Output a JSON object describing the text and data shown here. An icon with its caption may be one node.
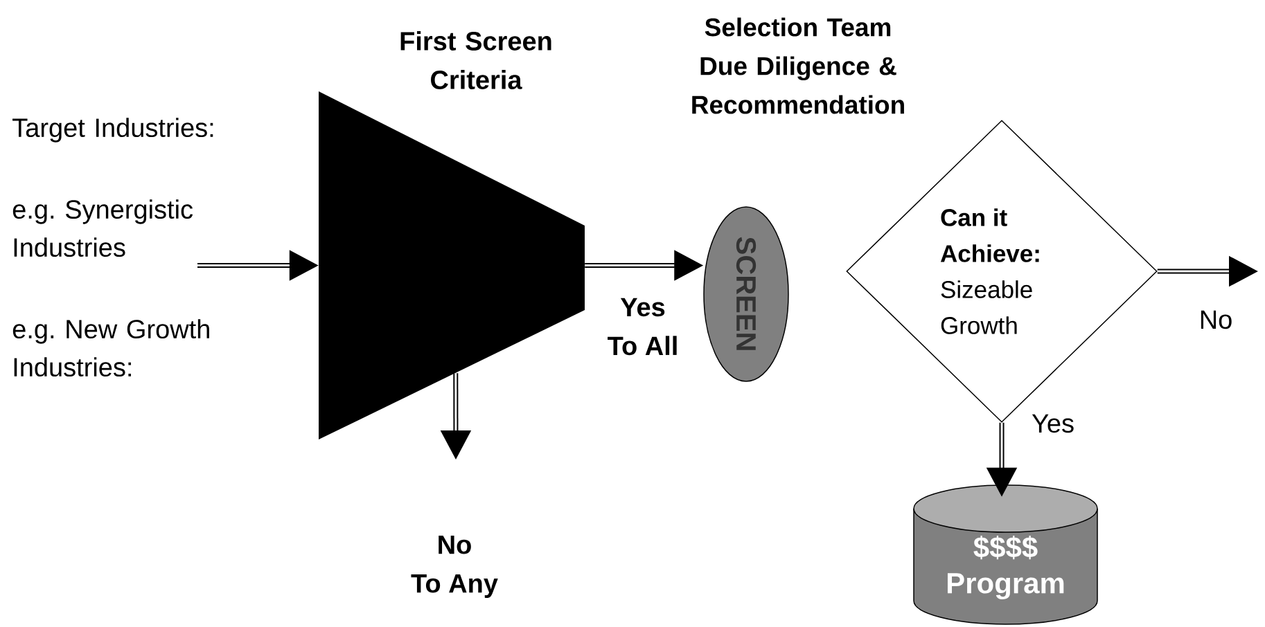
{
  "diagram": {
    "nodes": [
      {
        "text": [
          "Target Industries:",
          "e.g. Synergistic Industries",
          "e.g. New Growth Industries:"
        ]
      },
      {
        "text": [
          "First Screen Criteria"
        ]
      },
      {
        "text": [
          "Selection Team Due Diligence & Recommendation"
        ]
      },
      {
        "text": [
          "SCREEN"
        ]
      },
      {
        "text": [
          "Can it Achieve:",
          "Sizeable Growth"
        ]
      },
      {
        "text": [
          "$$$$ Program"
        ]
      }
    ],
    "edges": [
      {
        "from": 0,
        "to": 1,
        "arrow": "to"
      },
      {
        "from": 1,
        "to": 3,
        "arrow": "to",
        "label": "Yes To All"
      },
      {
        "from": 1,
        "to": null,
        "arrow": "to",
        "label": "No To Any"
      },
      {
        "from": 4,
        "to": null,
        "arrow": "to",
        "label": "No"
      },
      {
        "from": 4,
        "to": 5,
        "arrow": "to",
        "label": "Yes"
      }
    ]
  }
}
